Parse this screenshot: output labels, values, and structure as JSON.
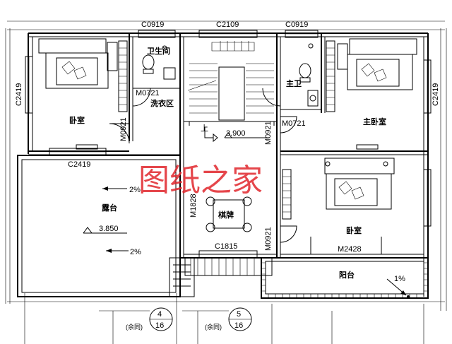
{
  "windows": {
    "top_left": "C0919",
    "top_center": "C2109",
    "top_right": "C0919",
    "left_bedroom": "C2419",
    "right_master": "C2419",
    "terrace_top": "C2419",
    "stair_bottom": "C1815"
  },
  "doors": {
    "wc": "M0721",
    "wc_master": "M0721",
    "bedroom_left": "M0921",
    "master_bedroom": "M0921",
    "bedroom_right": "M0921",
    "chess_room": "M1828",
    "balcony": "M2428"
  },
  "rooms": {
    "bedroom_left": "卧室",
    "wc": "卫生间",
    "laundry": "洗衣区",
    "master_bath": "主卫",
    "master_bedroom": "主卧室",
    "terrace": "露台",
    "chess_room": "棋牌",
    "bedroom_right": "卧室",
    "balcony": "阳台"
  },
  "levels": {
    "stair": "3.900",
    "terrace": "3.850",
    "stair_up": "上"
  },
  "slopes": {
    "terrace_top": "2%",
    "terrace_bottom": "2%",
    "balcony": "1%"
  },
  "section_marks": [
    {
      "num": "4",
      "sheet": "16",
      "note": "(余同)"
    },
    {
      "num": "5",
      "sheet": "16",
      "note": "(余同)"
    }
  ],
  "watermark": "图纸之家"
}
